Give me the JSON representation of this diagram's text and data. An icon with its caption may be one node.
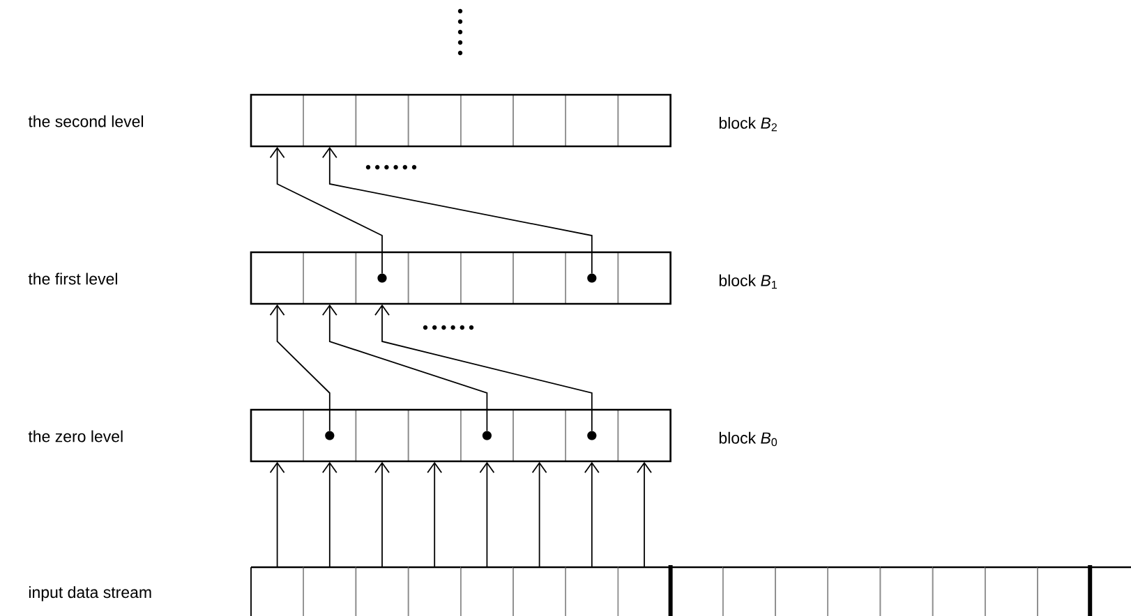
{
  "diagram": {
    "nodes": [
      {
        "text": [],
        "shape": "box"
      },
      {
        "text": [],
        "shape": "box"
      },
      {
        "text": [],
        "shape": "box"
      },
      {
        "text": [],
        "shape": "box"
      },
      {
        "text": [],
        "shape": "box"
      },
      {
        "text": [],
        "shape": "box"
      },
      {
        "text": [],
        "shape": "box"
      },
      {
        "text": [],
        "shape": "box"
      },
      {
        "text": [],
        "shape": "box"
      },
      {
        "text": [],
        "shape": "box"
      },
      {
        "text": [],
        "shape": "box"
      },
      {
        "text": [],
        "shape": "box"
      },
      {
        "text": [],
        "shape": "box"
      },
      {
        "text": [],
        "shape": "box"
      },
      {
        "text": [],
        "shape": "box"
      },
      {
        "text": [],
        "shape": "box"
      },
      {
        "text": [],
        "shape": "box"
      },
      {
        "text": [],
        "shape": "box"
      },
      {
        "text": [],
        "shape": "box"
      },
      {
        "text": [],
        "shape": "box"
      },
      {
        "text": [],
        "shape": "box"
      },
      {
        "text": [],
        "shape": "box"
      },
      {
        "text": [],
        "shape": "box"
      },
      {
        "text": [],
        "shape": "box"
      },
      {
        "text": [],
        "shape": "box"
      },
      {
        "text": [],
        "shape": "box"
      },
      {
        "text": [],
        "shape": "box"
      },
      {
        "text": [],
        "shape": "box"
      },
      {
        "text": [],
        "shape": "box"
      },
      {
        "text": [],
        "shape": "box"
      },
      {
        "text": [],
        "shape": "box"
      },
      {
        "text": [],
        "shape": "box"
      },
      {
        "text": [],
        "shape": "box"
      },
      {
        "text": [],
        "shape": "box"
      },
      {
        "text": [],
        "shape": "box"
      },
      {
        "text": [],
        "shape": "box"
      },
      {
        "text": [],
        "shape": "box"
      },
      {
        "text": [],
        "shape": "box"
      },
      {
        "text": [],
        "shape": "box"
      },
      {
        "text": [],
        "shape": "box"
      }
    ],
    "edges": [
      {
        "from": 24,
        "to": 16,
        "arrow": "to"
      },
      {
        "from": 25,
        "to": 17,
        "arrow": "to"
      },
      {
        "from": 26,
        "to": 18,
        "arrow": "to"
      },
      {
        "from": 27,
        "to": 19,
        "arrow": "to"
      },
      {
        "from": 28,
        "to": 20,
        "arrow": "to"
      },
      {
        "from": 29,
        "to": 21,
        "arrow": "to"
      },
      {
        "from": 30,
        "to": 22,
        "arrow": "to"
      },
      {
        "from": 31,
        "to": 23,
        "arrow": "to"
      },
      {
        "from": 17,
        "to": 8,
        "arrow": "to"
      },
      {
        "from": 20,
        "to": 9,
        "arrow": "to"
      },
      {
        "from": 22,
        "to": 10,
        "arrow": "to"
      },
      {
        "from": 10,
        "to": 0,
        "arrow": "to"
      },
      {
        "from": 14,
        "to": 1,
        "arrow": "to"
      }
    ],
    "labels": [
      "the second level",
      "block *B*$_{2}$",
      "the first level",
      "block *B*$_{1}$",
      "the zero level",
      "block *B*$_{0}$",
      "input data stream"
    ]
  }
}
